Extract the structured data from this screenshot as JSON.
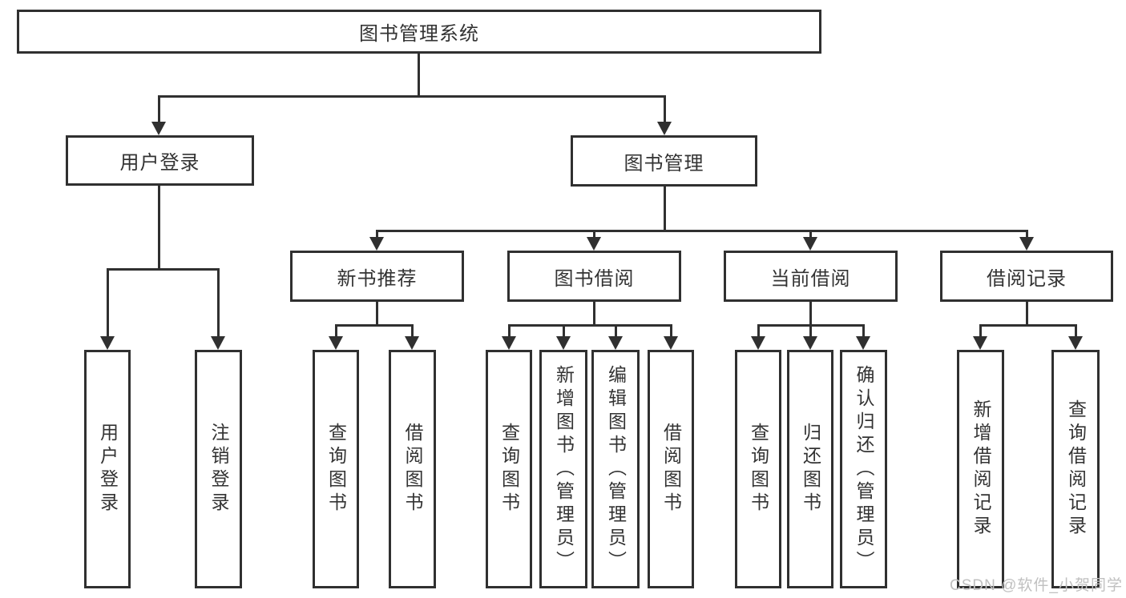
{
  "diagram": {
    "title": "图书管理系统",
    "children": [
      {
        "label": "用户登录",
        "children": [
          {
            "label": "用户登录"
          },
          {
            "label": "注销登录"
          }
        ]
      },
      {
        "label": "图书管理",
        "children": [
          {
            "label": "新书推荐",
            "children": [
              {
                "label": "查询图书"
              },
              {
                "label": "借阅图书"
              }
            ]
          },
          {
            "label": "图书借阅",
            "children": [
              {
                "label": "查询图书"
              },
              {
                "label": "新增图书（管理员）"
              },
              {
                "label": "编辑图书（管理员）"
              },
              {
                "label": "借阅图书"
              }
            ]
          },
          {
            "label": "当前借阅",
            "children": [
              {
                "label": "查询图书"
              },
              {
                "label": "归还图书"
              },
              {
                "label": "确认归还（管理员）"
              }
            ]
          },
          {
            "label": "借阅记录",
            "children": [
              {
                "label": "新增借阅记录"
              },
              {
                "label": "查询借阅记录"
              }
            ]
          }
        ]
      }
    ]
  },
  "watermark": {
    "text": "CSDN @软件_小贺同学"
  },
  "colors": {
    "line": "#303030",
    "text": "#333333",
    "watermark": "#c0c0c0",
    "bg": "#ffffff"
  }
}
